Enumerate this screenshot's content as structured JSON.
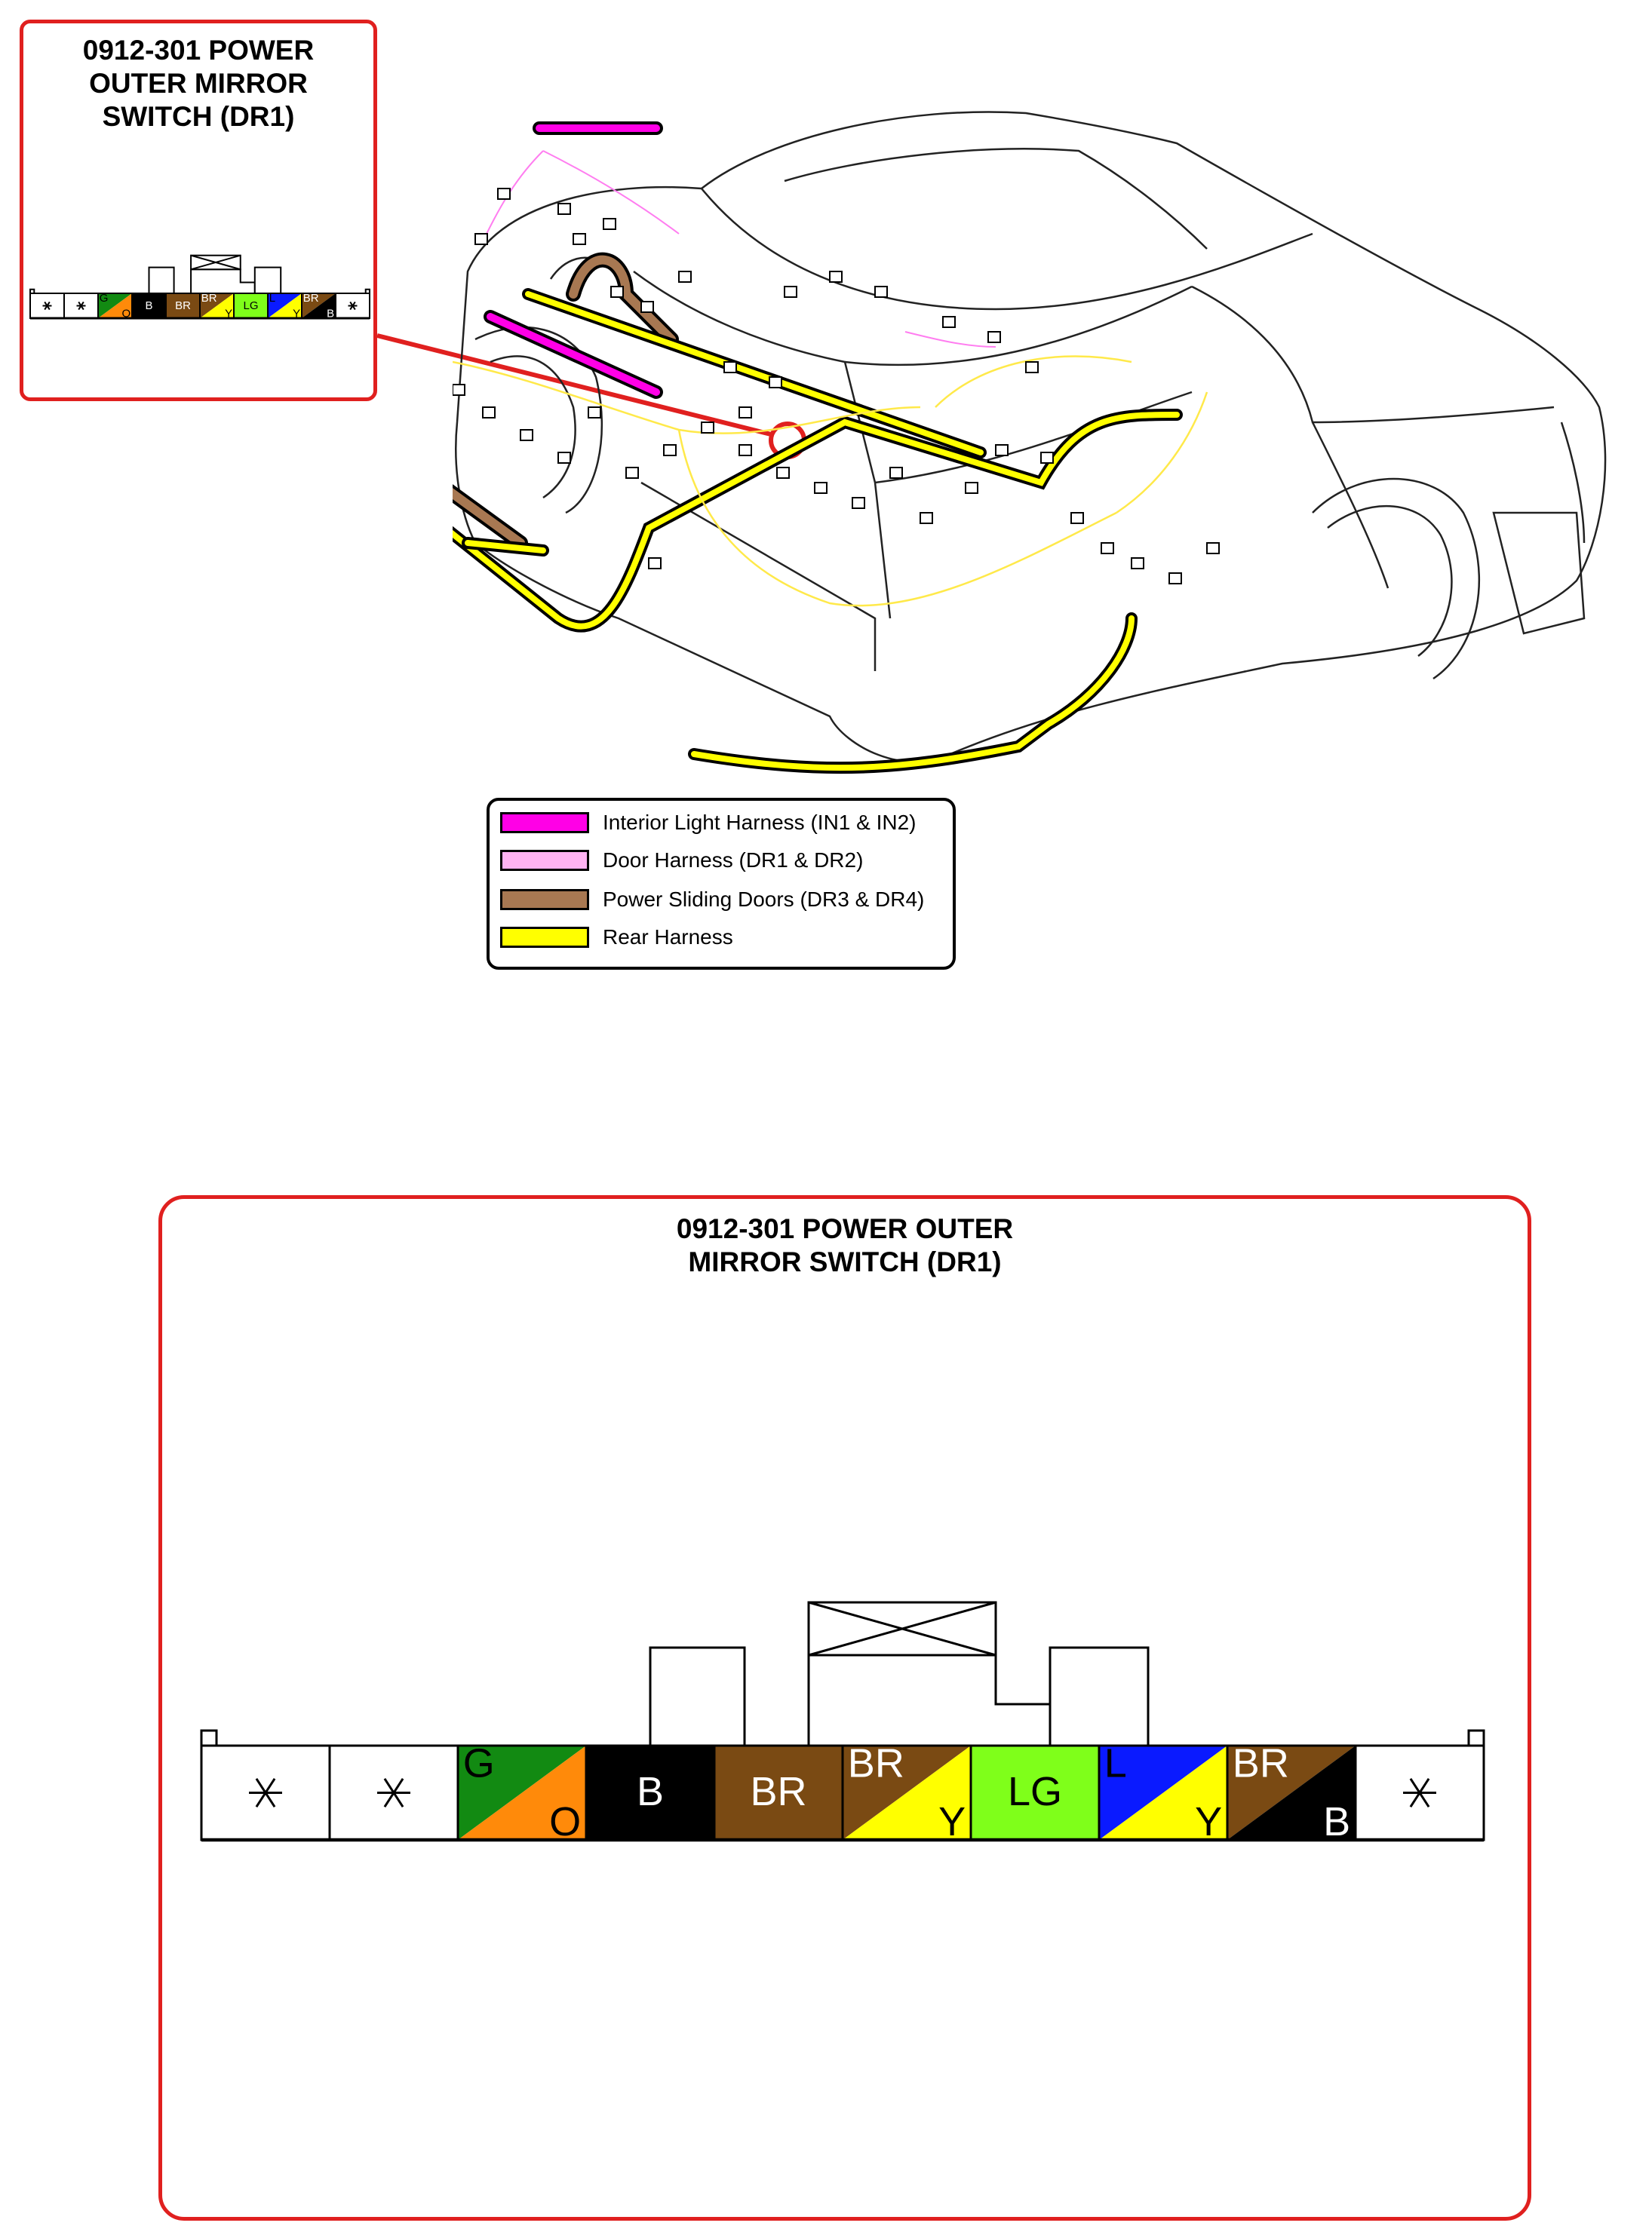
{
  "connector_title_small": [
    "0912-301 POWER",
    "OUTER MIRROR",
    "SWITCH (DR1)"
  ],
  "connector_title_large": [
    "0912-301 POWER OUTER",
    "MIRROR SWITCH (DR1)"
  ],
  "pins": [
    {
      "type": "blank",
      "mark": "*"
    },
    {
      "type": "blank",
      "mark": "*"
    },
    {
      "type": "split",
      "top": "G",
      "bottom": "O",
      "top_color": "#128a12",
      "bottom_color": "#ff8a0a"
    },
    {
      "type": "solid",
      "label": "B",
      "color": "#000000",
      "text_color": "#ffffff"
    },
    {
      "type": "solid",
      "label": "BR",
      "color": "#7a4a13",
      "text_color": "#ffffff"
    },
    {
      "type": "split",
      "top": "BR",
      "bottom": "Y",
      "top_color": "#7a4a13",
      "bottom_color": "#ffff00"
    },
    {
      "type": "solid",
      "label": "LG",
      "color": "#7fff1a",
      "text_color": "#000000"
    },
    {
      "type": "split",
      "top": "L",
      "bottom": "Y",
      "top_color": "#0a1aff",
      "bottom_color": "#ffff00"
    },
    {
      "type": "split",
      "top": "BR",
      "bottom": "B",
      "top_color": "#7a4a13",
      "bottom_color": "#000000"
    },
    {
      "type": "blank",
      "mark": "*"
    }
  ],
  "legend": [
    {
      "label": "Interior Light Harness (IN1 & IN2)",
      "color": "#ff00e6"
    },
    {
      "label": "Door Harness (DR1 & DR2)",
      "color": "#ffb3f2"
    },
    {
      "label": "Power Sliding Doors (DR3 & DR4)",
      "color": "#a87852"
    },
    {
      "label": "Rear Harness",
      "color": "#ffff00"
    }
  ],
  "accent_color": "#e0201f"
}
